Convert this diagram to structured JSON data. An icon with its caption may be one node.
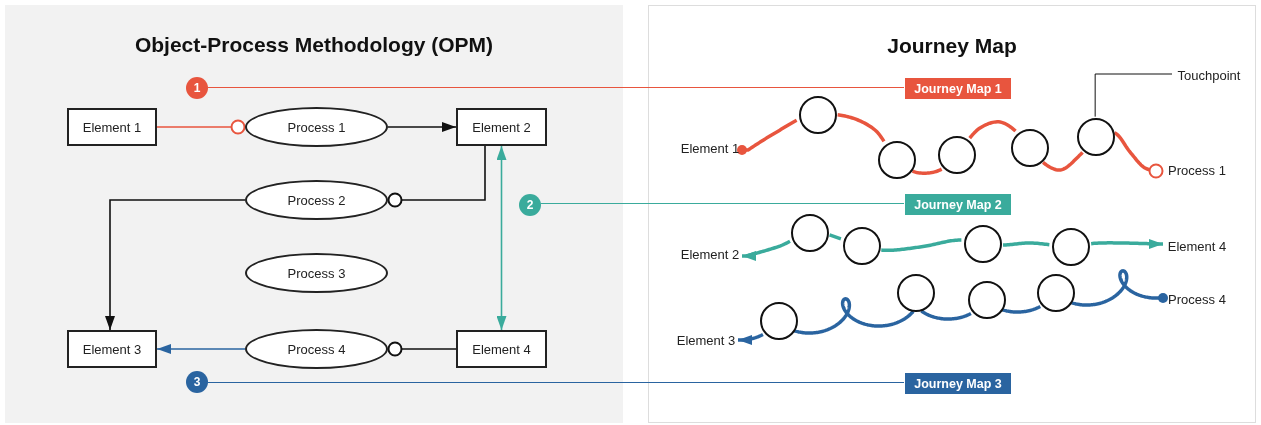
{
  "diagram": {
    "nodes": [
      {
        "text": [
          "Object-Process Methodology (OPM)"
        ]
      },
      {
        "text": [
          "Element 1"
        ],
        "in": 0
      },
      {
        "text": [
          "Process 1"
        ],
        "in": 0
      },
      {
        "text": [
          "Element 2"
        ],
        "in": 0
      },
      {
        "text": [
          "Process 2"
        ],
        "in": 0
      },
      {
        "text": [
          "Process 3"
        ],
        "in": 0
      },
      {
        "text": [
          "Element 3"
        ],
        "in": 0
      },
      {
        "text": [
          "Process 4"
        ],
        "in": 0
      },
      {
        "text": [
          "Element 4"
        ],
        "in": 0
      },
      {
        "text": [
          "1"
        ],
        "in": 0
      },
      {
        "text": [
          "2"
        ],
        "in": 0
      },
      {
        "text": [
          "3"
        ],
        "in": 0
      },
      {
        "text": [
          "Journey Map"
        ]
      },
      {
        "text": [
          "Journey Map 1"
        ],
        "in": 12
      },
      {
        "text": [
          "Journey Map 2"
        ],
        "in": 12
      },
      {
        "text": [
          "Journey Map 3"
        ],
        "in": 12
      },
      {
        "text": [
          "Element 1"
        ],
        "in": 12
      },
      {
        "text": [
          "Process 1"
        ],
        "in": 12
      },
      {
        "text": [
          "Element 2"
        ],
        "in": 12
      },
      {
        "text": [
          "Element 4"
        ],
        "in": 12
      },
      {
        "text": [
          "Process 4"
        ],
        "in": 12
      },
      {
        "text": [
          "Element 3"
        ],
        "in": 12
      },
      {
        "text": [
          "Touchpoint"
        ],
        "in": 12
      },
      {
        "text": [],
        "shape": "circle",
        "in": 12
      },
      {
        "text": [],
        "shape": "circle",
        "in": 12
      },
      {
        "text": [],
        "shape": "circle",
        "in": 12
      },
      {
        "text": [],
        "shape": "circle",
        "in": 12
      },
      {
        "text": [],
        "shape": "circle",
        "in": 12
      },
      {
        "text": [],
        "shape": "circle",
        "in": 12
      },
      {
        "text": [],
        "shape": "circle",
        "in": 12
      },
      {
        "text": [],
        "shape": "circle",
        "in": 12
      },
      {
        "text": [],
        "shape": "circle",
        "in": 12
      },
      {
        "text": [],
        "shape": "circle",
        "in": 12
      },
      {
        "text": [],
        "shape": "circle",
        "in": 12
      },
      {
        "text": [],
        "shape": "circle",
        "in": 12
      },
      {
        "text": [],
        "shape": "circle",
        "in": 12
      }
    ],
    "edges": [
      {
        "from": 1,
        "to": 2,
        "arrow": "other",
        "color": "#e8553e"
      },
      {
        "from": 2,
        "to": 3,
        "arrow": "to",
        "color": "#111111"
      },
      {
        "from": 3,
        "to": 4,
        "arrow": "other",
        "color": "#111111"
      },
      {
        "from": 4,
        "to": 6,
        "arrow": "to",
        "color": "#111111"
      },
      {
        "from": 3,
        "to": 8,
        "arrow": "both",
        "color": "#3aab9c"
      },
      {
        "from": 8,
        "to": 7,
        "arrow": "other",
        "color": "#111111"
      },
      {
        "from": 7,
        "to": 6,
        "arrow": "to",
        "color": "#2a64a0"
      },
      {
        "from": 9,
        "to": 13,
        "arrow": "none",
        "color": "#e8553e"
      },
      {
        "from": 10,
        "to": 14,
        "arrow": "none",
        "color": "#3aab9c"
      },
      {
        "from": 11,
        "to": 15,
        "arrow": "none",
        "color": "#2a64a0"
      },
      {
        "from": 16,
        "to": 23,
        "arrow": "other",
        "color": "#e8553e"
      },
      {
        "from": 23,
        "to": 24,
        "arrow": "none",
        "color": "#e8553e"
      },
      {
        "from": 24,
        "to": 25,
        "arrow": "none",
        "color": "#e8553e"
      },
      {
        "from": 25,
        "to": 26,
        "arrow": "none",
        "color": "#e8553e"
      },
      {
        "from": 26,
        "to": 27,
        "arrow": "none",
        "color": "#e8553e"
      },
      {
        "from": 27,
        "to": 17,
        "arrow": "other",
        "color": "#e8553e"
      },
      {
        "from": 28,
        "to": 18,
        "arrow": "to",
        "color": "#3aab9c"
      },
      {
        "from": 28,
        "to": 29,
        "arrow": "none",
        "color": "#3aab9c"
      },
      {
        "from": 29,
        "to": 30,
        "arrow": "none",
        "color": "#3aab9c"
      },
      {
        "from": 30,
        "to": 31,
        "arrow": "none",
        "color": "#3aab9c"
      },
      {
        "from": 31,
        "to": 19,
        "arrow": "to",
        "color": "#3aab9c"
      },
      {
        "from": 20,
        "to": 35,
        "arrow": "other",
        "color": "#2a64a0"
      },
      {
        "from": 35,
        "to": 34,
        "arrow": "none",
        "color": "#2a64a0"
      },
      {
        "from": 34,
        "to": 33,
        "arrow": "none",
        "color": "#2a64a0"
      },
      {
        "from": 33,
        "to": 32,
        "arrow": "none",
        "color": "#2a64a0"
      },
      {
        "from": 32,
        "to": 21,
        "arrow": "to",
        "color": "#2a64a0"
      },
      {
        "from": 22,
        "to": 27,
        "arrow": "none",
        "color": "#111111"
      }
    ]
  }
}
